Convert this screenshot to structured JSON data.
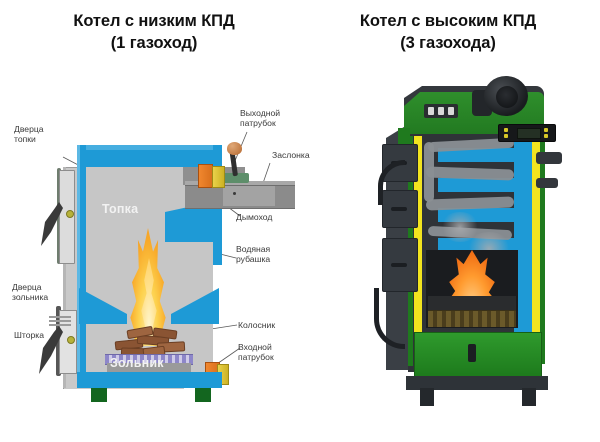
{
  "titles": {
    "left_line1": "Котел с низким КПД",
    "left_line2": "(1 газоход)",
    "right_line1": "Котел с высоким КПД",
    "right_line2": "(3 газохода)"
  },
  "left_boiler": {
    "inner_labels": {
      "firebox": "Топка",
      "ashpan": "Зольник"
    },
    "callouts": {
      "firebox_door": "Дверца\nтопки",
      "ashpan_door": "Дверца\nзольника",
      "shutter": "Шторка",
      "outlet_pipe": "Выходной\nпатрубок",
      "damper": "Заслонка",
      "chimney": "Дымоход",
      "water_jacket": "Водяная\nрубашка",
      "grate": "Колосник",
      "inlet_pipe": "Входной\nпатрубок"
    }
  },
  "colors": {
    "water_jacket_blue": "#1e9ad6",
    "casing_gray": "#c9c9c9",
    "flame_yellow": "#ffd24a",
    "flame_orange": "#ef6a12",
    "body_green": "#2f8f2c",
    "accent_yellow": "#f2e41f",
    "dark_body": "#2f3338",
    "background": "#ffffff",
    "title_text": "#111111",
    "callout_text": "#3a3a3a"
  }
}
